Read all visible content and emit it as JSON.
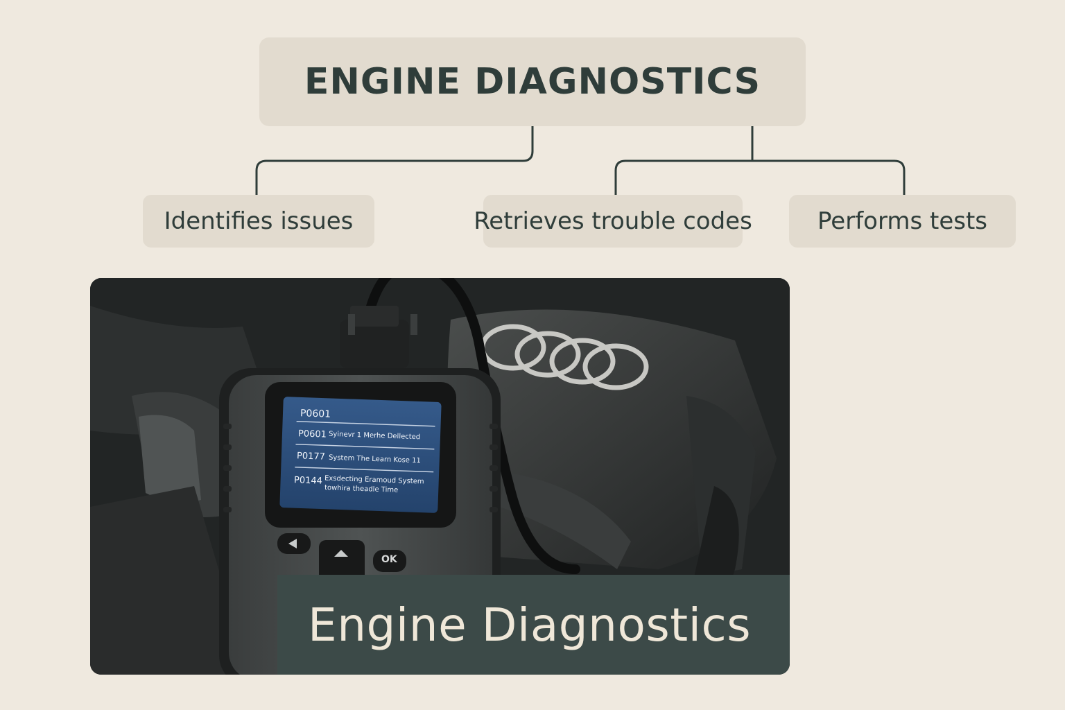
{
  "diagram": {
    "root": {
      "label": "ENGINE DIAGNOSTICS"
    },
    "children": [
      {
        "label": "Identifies issues"
      },
      {
        "label": "Retrieves trouble codes"
      },
      {
        "label": "Performs tests"
      }
    ]
  },
  "scanner": {
    "screen": {
      "header": "P0601",
      "rows": [
        {
          "code": "P0601",
          "text": "Syinevr 1 Merhe Dellected"
        },
        {
          "code": "P0177",
          "text": "System The Learn Kose 11"
        },
        {
          "code": "P0144",
          "text": "Exsdecting Eramoud System",
          "text2": "towhira theadle Time"
        }
      ]
    },
    "ok_button_label": "OK"
  },
  "photo": {
    "caption": "Engine Diagnostics"
  },
  "colors": {
    "background": "#efe9df",
    "node_fill": "#e2dbcf",
    "text_dark": "#2f3d3a",
    "caption_fill": "#3c4a48",
    "caption_text": "#efe7d8",
    "screen_blue": "#2d4f7e"
  }
}
